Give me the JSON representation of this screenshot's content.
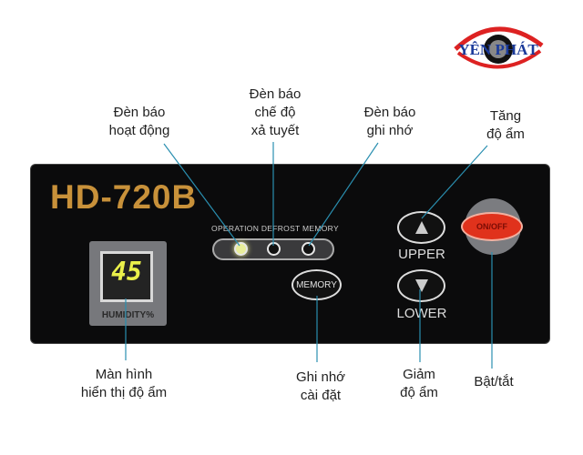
{
  "logo": {
    "text": "YÊN PHÁT"
  },
  "panel": {
    "model": "HD-720B",
    "display_value": "45",
    "display_label": "HUMIDITY%",
    "led_labels": "OPERATION DEFROST MEMORY",
    "memory_button": "MEMORY",
    "upper_label": "UPPER",
    "lower_label": "LOWER",
    "onoff_button": "ON/OFF"
  },
  "callouts": {
    "operation": [
      "Đèn báo",
      "hoạt động"
    ],
    "defrost": [
      "Đèn báo",
      "chế độ",
      "xả tuyết"
    ],
    "memory_led": [
      "Đèn báo",
      "ghi nhớ"
    ],
    "increase": [
      "Tăng",
      "độ ẩm"
    ],
    "display": [
      "Màn hình",
      "hiển thị độ ẩm"
    ],
    "memory_set": [
      "Ghi nhớ",
      "cài đặt"
    ],
    "decrease": [
      "Giảm",
      "độ ẩm"
    ],
    "power": [
      "Bật/tắt"
    ]
  },
  "colors": {
    "leader": "#2a8fb0",
    "model": "#c8913a",
    "power": "#e0321c"
  }
}
